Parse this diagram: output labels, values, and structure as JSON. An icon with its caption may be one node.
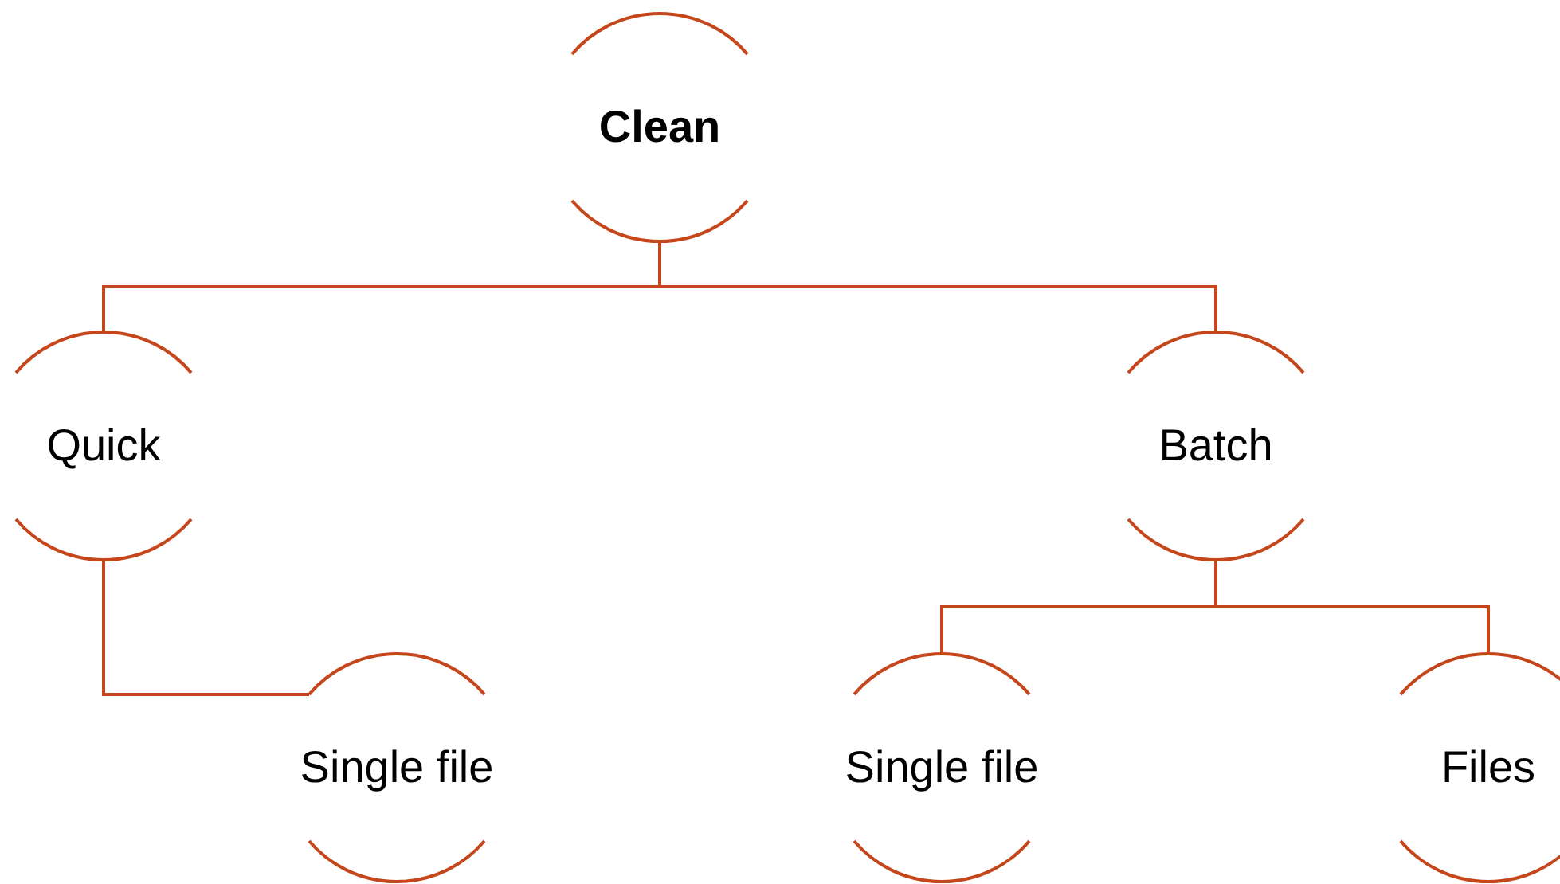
{
  "diagram": {
    "nodes": [
      {
        "text": [
          "Clean"
        ]
      },
      {
        "text": [
          "Quick"
        ]
      },
      {
        "text": [
          "Batch"
        ]
      },
      {
        "text": [
          "Single file"
        ]
      },
      {
        "text": [
          "Single file"
        ]
      },
      {
        "text": [
          "Files"
        ]
      }
    ],
    "edges": [
      {
        "from": 0,
        "to": 1,
        "arrow": "none"
      },
      {
        "from": 0,
        "to": 2,
        "arrow": "none"
      },
      {
        "from": 1,
        "to": 3,
        "arrow": "none"
      },
      {
        "from": 2,
        "to": 4,
        "arrow": "none"
      },
      {
        "from": 2,
        "to": 5,
        "arrow": "none"
      }
    ]
  }
}
